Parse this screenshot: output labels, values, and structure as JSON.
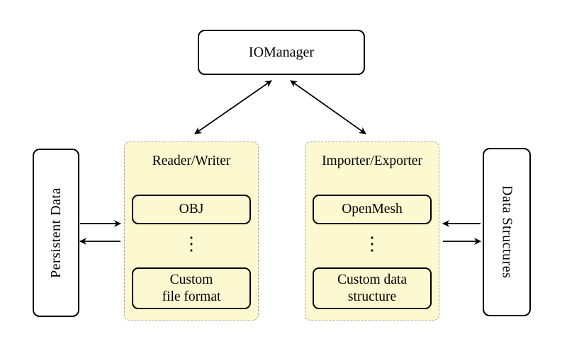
{
  "diagram": {
    "colors": {
      "background": "#FFFFFF",
      "panel_fill": "#FCF9D0",
      "panel_border": "#A3A3A3",
      "node_border": "#000000",
      "arrow": "#000000"
    },
    "nodes": {
      "iomanager": {
        "label": "IOManager"
      },
      "persistent_data": {
        "label": "Persistent Data"
      },
      "data_structures": {
        "label": "Data Structures"
      }
    },
    "groups": [
      {
        "title": "Reader/Writer",
        "items": [
          {
            "label": "OBJ"
          },
          {
            "label": "Custom\nfile format"
          }
        ],
        "ellipsis": "⋮"
      },
      {
        "title": "Importer/Exporter",
        "items": [
          {
            "label": "OpenMesh"
          },
          {
            "label": "Custom data\nstructure"
          }
        ],
        "ellipsis": "⋮"
      }
    ],
    "connections": [
      {
        "from": "IOManager",
        "to": "Reader/Writer",
        "bidirectional": true
      },
      {
        "from": "IOManager",
        "to": "Importer/Exporter",
        "bidirectional": true
      },
      {
        "from": "Persistent Data",
        "to": "Reader/Writer",
        "bidirectional": false
      },
      {
        "from": "Reader/Writer",
        "to": "Persistent Data",
        "bidirectional": false
      },
      {
        "from": "Data Structures",
        "to": "Importer/Exporter",
        "bidirectional": false
      },
      {
        "from": "Importer/Exporter",
        "to": "Data Structures",
        "bidirectional": false
      }
    ]
  }
}
